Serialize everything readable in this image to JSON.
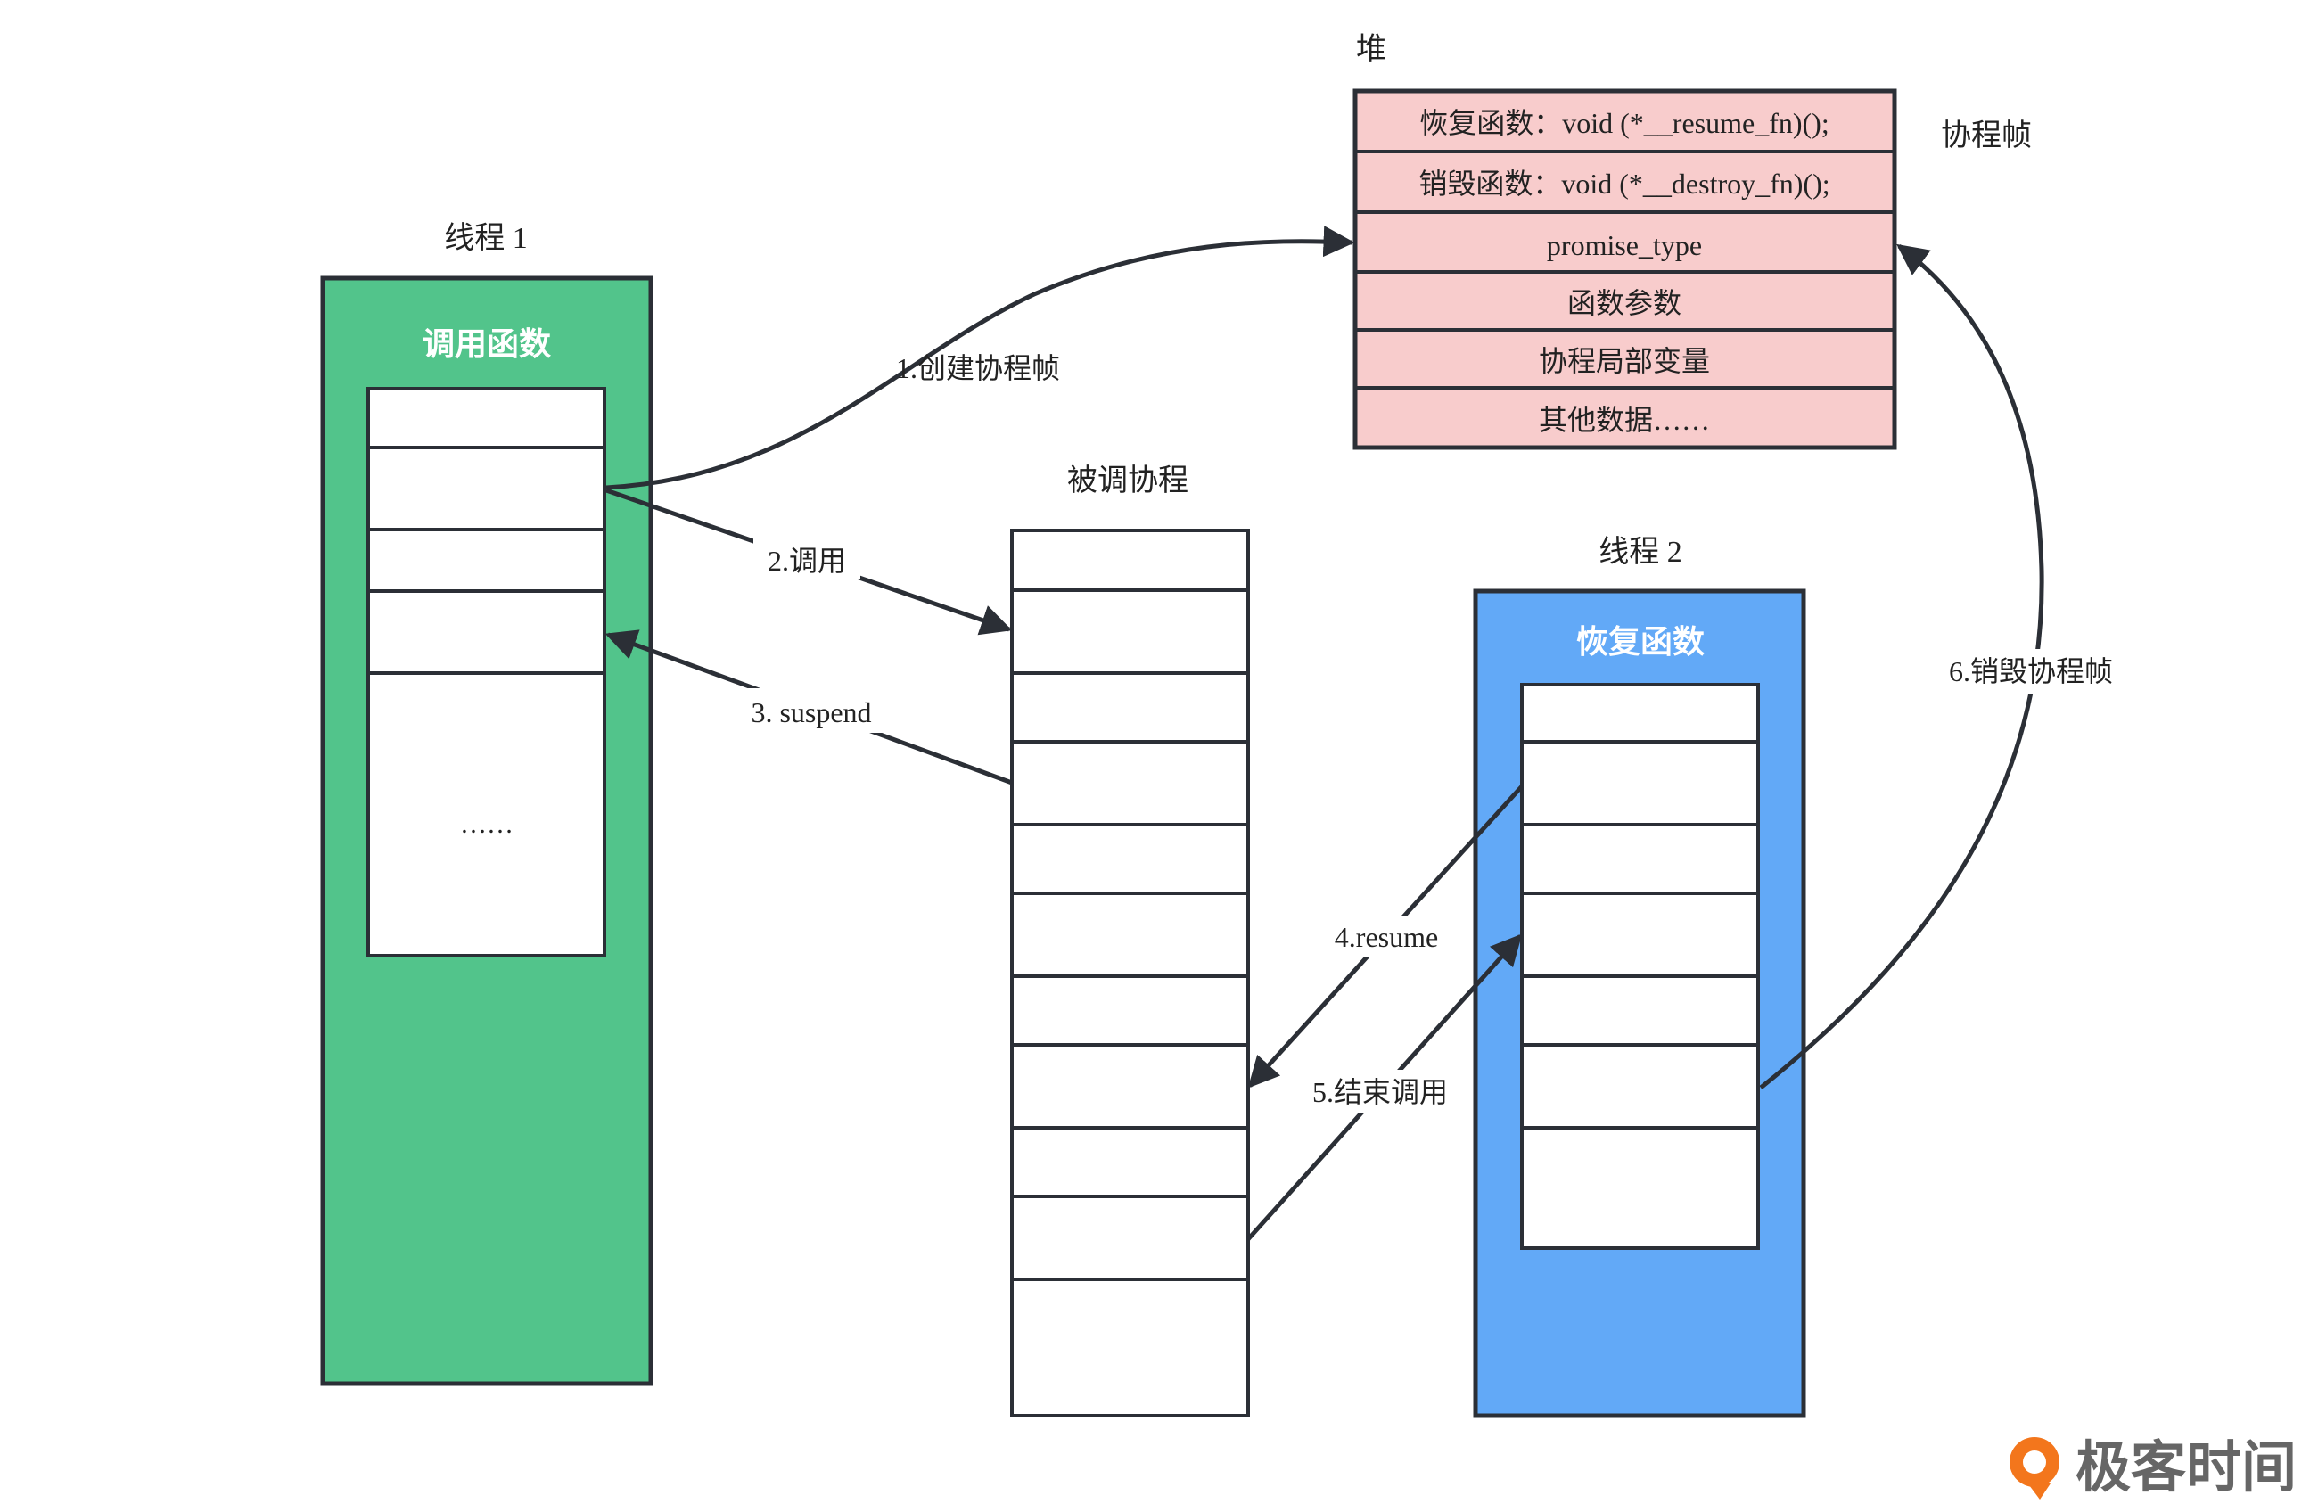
{
  "heap": {
    "title": "堆",
    "frame_label": "协程帧",
    "rows": [
      "恢复函数：void (*__resume_fn)();",
      "销毁函数：void (*__destroy_fn)();",
      "promise_type",
      "函数参数",
      "协程局部变量",
      "其他数据……"
    ]
  },
  "thread1": {
    "title": "线程 1",
    "header": "调用函数",
    "ellipsis": "……"
  },
  "callee": {
    "title": "被调协程"
  },
  "thread2": {
    "title": "线程 2",
    "header": "恢复函数"
  },
  "arrows": {
    "create": "1.创建协程帧",
    "call": "2.调用",
    "suspend": "3. suspend",
    "resume": "4.resume",
    "end_call": "5.结束调用",
    "destroy": "6.销毁协程帧"
  },
  "brand": {
    "name": "极客时间"
  },
  "colors": {
    "thread1_fill": "#52c48b",
    "thread2_fill": "#62a9f7",
    "heap_fill": "#f8cccc",
    "line": "#2b2f36"
  }
}
